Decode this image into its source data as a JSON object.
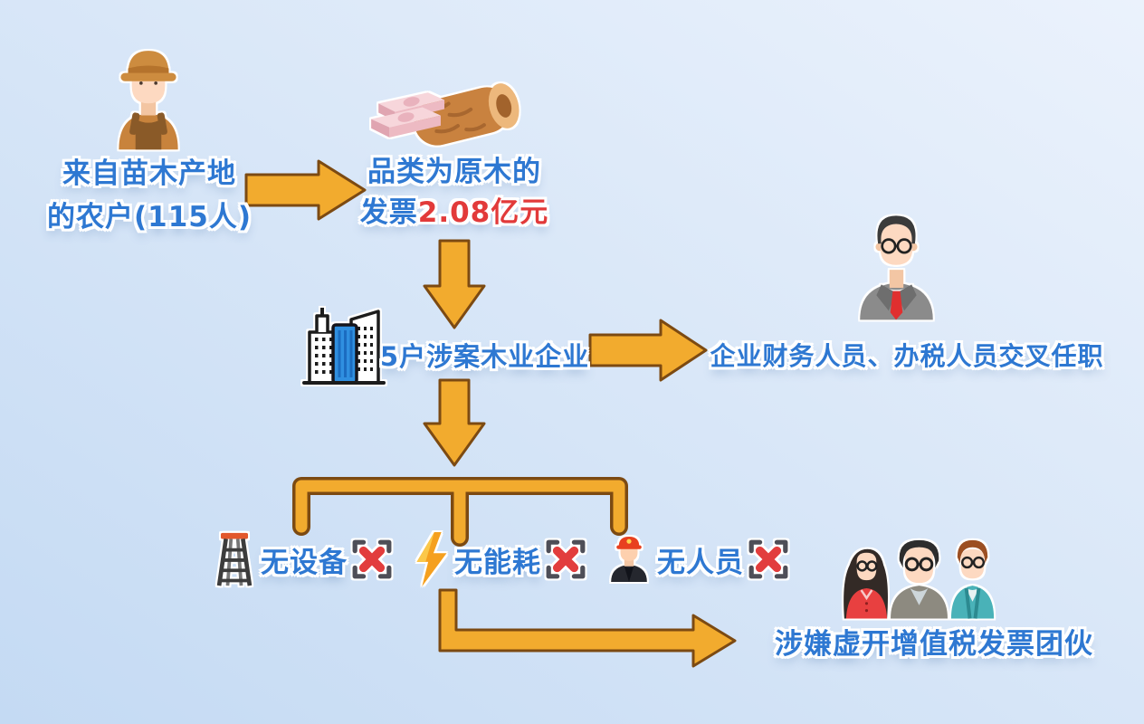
{
  "colors": {
    "bg_from": "#c4daf3",
    "bg_to": "#ebf2fc",
    "text_blue": "#2e78d2",
    "text_red": "#e23a3a",
    "arrow_fill": "#f2ab2e",
    "arrow_stroke": "#7c4a12"
  },
  "nodes": {
    "farmers": {
      "icon": "farmer-icon",
      "line1": "来自苗木产地",
      "line2": "的农户(115人)"
    },
    "invoice": {
      "icon": "log-money-icon",
      "line1": "品类为原木的",
      "line2_prefix": "发票",
      "line2_amount": "2.08亿元"
    },
    "companies": {
      "icon": "buildings-icon",
      "label": "5户涉案木业企业"
    },
    "cross_staff": {
      "icon": "businessman-icon",
      "label": "企业财务人员、办税人员交叉任职"
    },
    "deficiencies": [
      {
        "icon": "ladder-icon",
        "label": "无设备",
        "mark": "cross-mark-icon"
      },
      {
        "icon": "lightning-icon",
        "label": "无能耗",
        "mark": "cross-mark-icon"
      },
      {
        "icon": "worker-icon",
        "label": "无人员",
        "mark": "cross-mark-icon"
      }
    ],
    "gang": {
      "icon": "people-group-icon",
      "label": "涉嫌虚开增值税发票团伙"
    }
  }
}
